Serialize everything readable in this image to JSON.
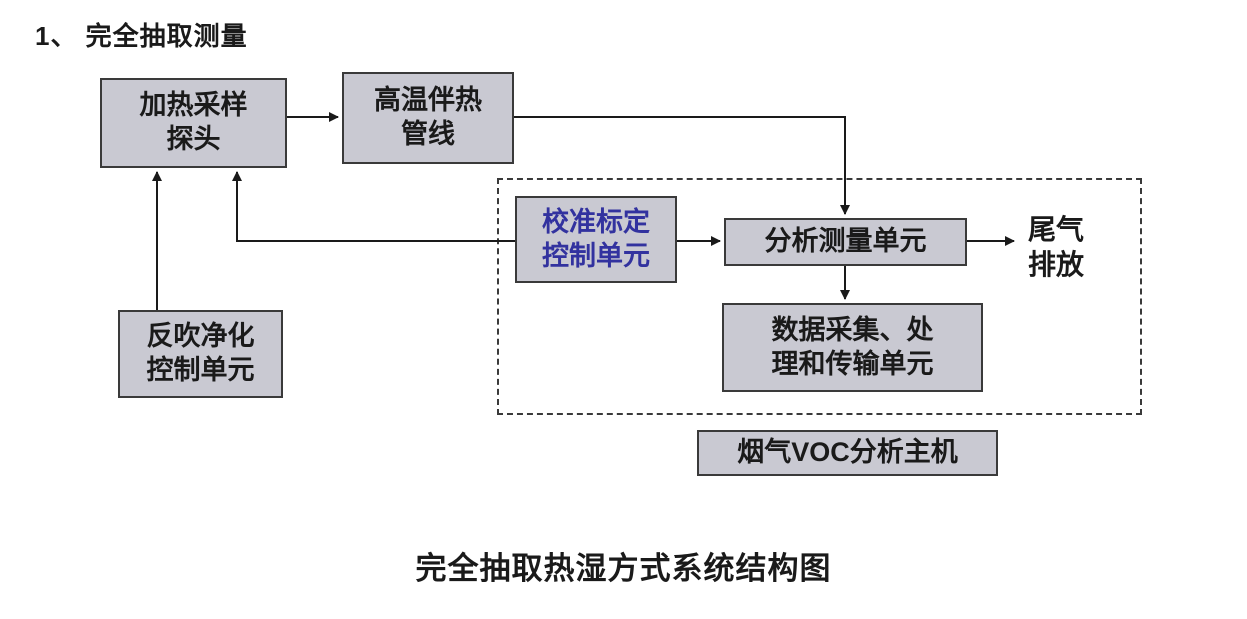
{
  "page": {
    "heading": "1、 完全抽取测量",
    "caption": "完全抽取热湿方式系统结构图"
  },
  "colors": {
    "box_fill": "#c9c9d2",
    "box_border": "#3a3a3a",
    "calibration_text": "#32329f",
    "arrow": "#1a1a1a",
    "background": "#ffffff"
  },
  "nodes": {
    "probe": {
      "line1": "加热采样",
      "line2": "探头"
    },
    "pipeline": {
      "line1": "高温伴热",
      "line2": "管线"
    },
    "calibration": {
      "line1": "校准标定",
      "line2": "控制单元"
    },
    "analysis": {
      "label": "分析测量单元"
    },
    "data_unit": {
      "line1": "数据采集、处",
      "line2": "理和传输单元"
    },
    "blowback": {
      "line1": "反吹净化",
      "line2": "控制单元"
    },
    "exhaust": {
      "line1": "尾气",
      "line2": "排放"
    },
    "host_label": {
      "label": "烟气VOC分析主机"
    }
  }
}
